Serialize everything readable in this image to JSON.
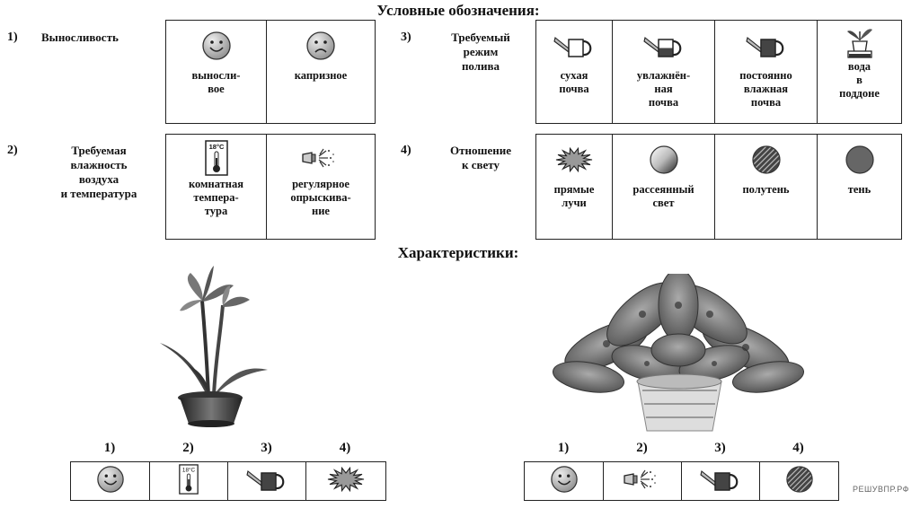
{
  "legend_title": "Условные обозначения:",
  "characteristics_title": "Характеристики:",
  "categories": [
    {
      "num": "1)",
      "label": "Выносливость",
      "items": [
        {
          "icon": "smiley-happy-icon",
          "text": "выносли-\nвое"
        },
        {
          "icon": "smiley-sad-icon",
          "text": "капризное"
        }
      ]
    },
    {
      "num": "2)",
      "label": "Требуемая\nвлажность\nвоздуха\nи температура",
      "items": [
        {
          "icon": "thermometer-18c-icon",
          "text": "комнатная\nтемпера-\nтура"
        },
        {
          "icon": "spray-icon",
          "text": "регулярное\nопрыскива-\nние"
        }
      ]
    },
    {
      "num": "3)",
      "label": "Требуемый\nрежим\nполива",
      "items": [
        {
          "icon": "watering-can-empty-icon",
          "text": "сухая\nпочва"
        },
        {
          "icon": "watering-can-half-icon",
          "text": "увлажнён-\nная\nпочва"
        },
        {
          "icon": "watering-can-full-icon",
          "text": "постоянно\nвлажная\nпочва"
        },
        {
          "icon": "pot-in-tray-icon",
          "text": "вода\nв\nподдоне"
        }
      ]
    },
    {
      "num": "4)",
      "label": "Отношение\nк свету",
      "items": [
        {
          "icon": "sun-burst-icon",
          "text": "прямые\nлучи"
        },
        {
          "icon": "gradient-circle-icon",
          "text": "рассеянный\nсвет"
        },
        {
          "icon": "striped-circle-icon",
          "text": "полутень"
        },
        {
          "icon": "dark-circle-icon",
          "text": "тень"
        }
      ]
    }
  ],
  "plants": [
    {
      "name": "flowering-plant",
      "headers": [
        "1)",
        "2)",
        "3)",
        "4)"
      ],
      "icons": [
        "smiley-happy-icon",
        "thermometer-18c-icon",
        "watering-can-full-icon",
        "sun-burst-icon"
      ]
    },
    {
      "name": "leafy-plant",
      "headers": [
        "1)",
        "2)",
        "3)",
        "4)"
      ],
      "icons": [
        "smiley-happy-icon",
        "spray-icon",
        "watering-can-full-icon",
        "striped-circle-icon"
      ]
    }
  ],
  "thermo_label": "18°C",
  "watermark": "РЕШУВПР.РФ"
}
